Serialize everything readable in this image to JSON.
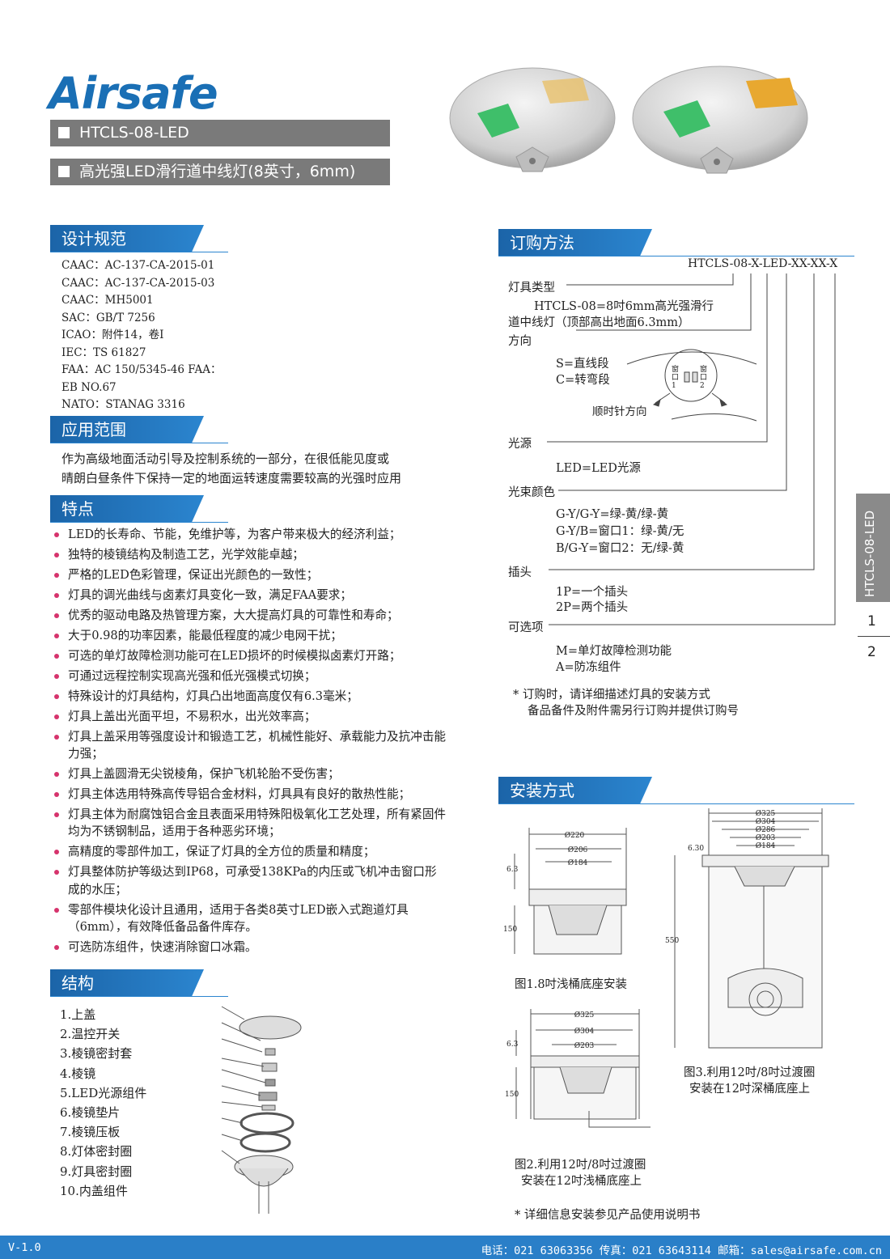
{
  "brand": "Airsafe",
  "header": {
    "model": "HTCLS-08-LED",
    "title": "高光强LED滑行道中线灯(8英寸，6mm)"
  },
  "sections": {
    "design": "设计规范",
    "application": "应用范围",
    "features": "特点",
    "structure": "结构",
    "ordering": "订购方法",
    "installation": "安装方式"
  },
  "design_specs": [
    "CAAC：AC-137-CA-2015-01",
    "CAAC：AC-137-CA-2015-03",
    "CAAC：MH5001",
    "SAC：GB/T 7256",
    "ICAO：附件14，卷I",
    "IEC：TS 61827",
    "FAA：AC 150/5345-46 FAA：",
    "EB NO.67",
    "NATO：STANAG 3316"
  ],
  "application_lines": [
    "作为高级地面活动引导及控制系统的一部分，在很低能见度或",
    "晴朗白昼条件下保持一定的地面运转速度需要较高的光强时应用"
  ],
  "features": [
    "LED的长寿命、节能，免维护等，为客户带来极大的经济利益；",
    "独特的棱镜结构及制造工艺，光学效能卓越；",
    "严格的LED色彩管理，保证出光颜色的一致性；",
    "灯具的调光曲线与卤素灯具变化一致，满足FAA要求；",
    "优秀的驱动电路及热管理方案，大大提高灯具的可靠性和寿命；",
    "大于0.98的功率因素，能最低程度的减少电网干扰；",
    "可选的单灯故障检测功能可在LED损坏的时候模拟卤素灯开路；",
    "可通过远程控制实现高光强和低光强模式切换；",
    "特殊设计的灯具结构，灯具凸出地面高度仅有6.3毫米；",
    "灯具上盖出光面平坦，不易积水，出光效率高；",
    "灯具上盖采用等强度设计和锻造工艺，机械性能好、承载能力及抗冲击能力强；",
    "灯具上盖圆滑无尖锐棱角，保护飞机轮胎不受伤害；",
    "灯具主体选用特殊高传导铝合金材料，灯具具有良好的散热性能；",
    "灯具主体为耐腐蚀铝合金且表面采用特殊阳极氧化工艺处理，所有紧固件均为不锈钢制品，适用于各种恶劣环境；",
    "高精度的零部件加工，保证了灯具的全方位的质量和精度；",
    "灯具整体防护等级达到IP68，可承受138KPa的内压或飞机冲击窗口形成的水压；",
    "零部件模块化设计且通用，适用于各类8英寸LED嵌入式跑道灯具（6mm），有效降低备品备件库存。",
    "可选防冻组件，快速消除窗口冰霜。"
  ],
  "parts": [
    "1.上盖",
    "2.温控开关",
    "3.棱镜密封套",
    "4.棱镜",
    "5.LED光源组件",
    "6.棱镜垫片",
    "7.棱镜压板",
    "8.灯体密封圈",
    "9.灯具密封圈",
    "10.内盖组件"
  ],
  "ordering": {
    "code": "HTCLS-08-X-LED-XX-XX-X",
    "lamp_type_label": "灯具类型",
    "lamp_type_desc1": "HTCLS-08=8吋6mm高光强滑行",
    "lamp_type_desc2": "道中线灯（顶部高出地面6.3mm）",
    "direction_label": "方向",
    "direction_s": "S=直线段",
    "direction_c": "C=转弯段",
    "clockwise": "顺时针方向",
    "window1": "窗口1",
    "window2": "窗口2",
    "source_label": "光源",
    "source_desc": "LED=LED光源",
    "color_label": "光束颜色",
    "color_opts": [
      "G-Y/G-Y=绿-黄/绿-黄",
      "G-Y/B=窗口1：绿-黄/无",
      "B/G-Y=窗口2：无/绿-黄"
    ],
    "plug_label": "插头",
    "plug_opts": [
      "1P=一个插头",
      "2P=两个插头"
    ],
    "option_label": "可选项",
    "option_opts": [
      "M=单灯故障检测功能",
      "A=防冻组件"
    ],
    "note1": "* 订购时，请详细描述灯具的安装方式",
    "note2": "备品备件及附件需另行订购并提供订购号"
  },
  "install": {
    "fig1": "图1.8吋浅桶底座安装",
    "fig2a": "图2.利用12吋/8吋过渡圈",
    "fig2b": "安装在12吋浅桶底座上",
    "fig3a": "图3.利用12吋/8吋过渡圈",
    "fig3b": "安装在12吋深桶底座上",
    "note": "* 详细信息安装参见产品使用说明书",
    "dims1": [
      "Ø220",
      "Ø206",
      "Ø184",
      "6.3",
      "150"
    ],
    "dims2": [
      "Ø325",
      "Ø304",
      "Ø203",
      "6.3",
      "150"
    ],
    "dims3": [
      "Ø325",
      "Ø304",
      "Ø286",
      "Ø203",
      "Ø184",
      "6.30",
      "550"
    ]
  },
  "side_tab": {
    "label": "HTCLS-08-LED",
    "page1": "1",
    "page2": "2"
  },
  "footer": {
    "version": "V-1.0",
    "contact": "电话：021 63063356 传真：021 63643114 邮箱：sales@airsafe.com.cn"
  }
}
